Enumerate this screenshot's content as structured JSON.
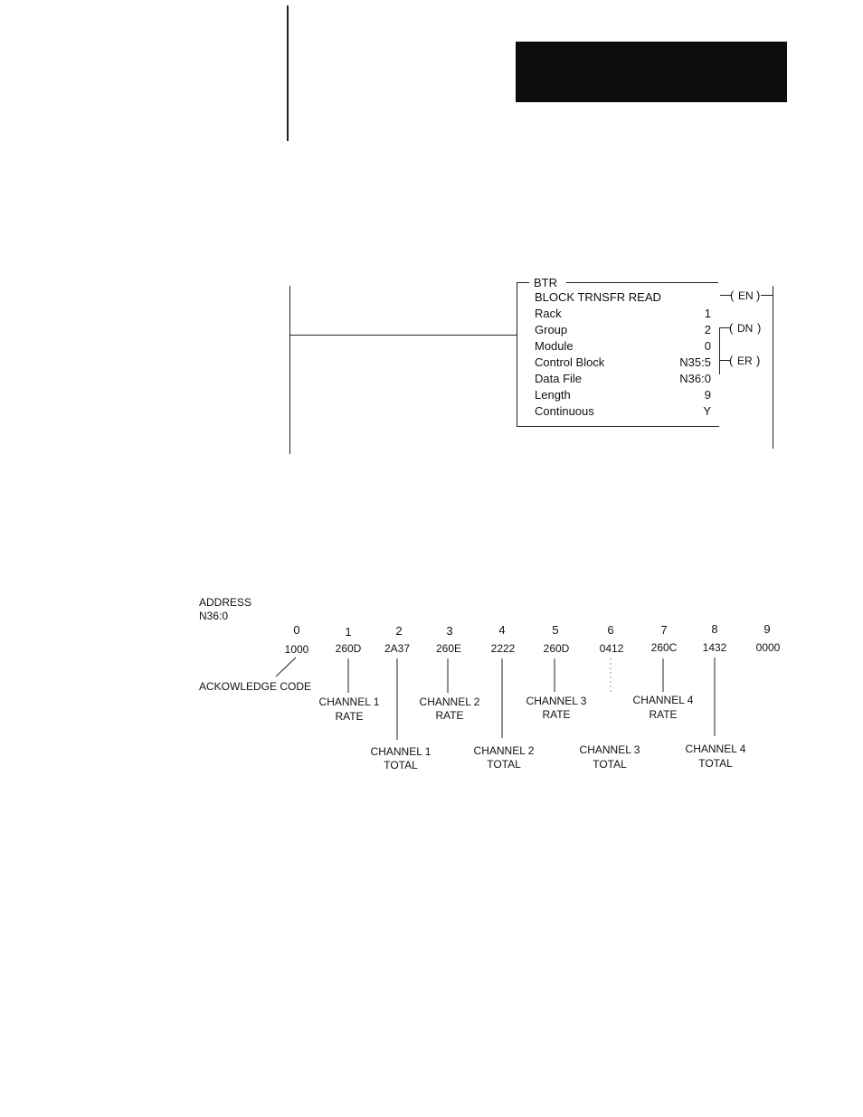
{
  "ladder": {
    "instruction": "BTR",
    "title": "BLOCK TRNSFR READ",
    "params": [
      {
        "label": "Rack",
        "value": "1"
      },
      {
        "label": "Group",
        "value": "2"
      },
      {
        "label": "Module",
        "value": "0"
      },
      {
        "label": "Control Block",
        "value": "N35:5"
      },
      {
        "label": "Data File",
        "value": "N36:0"
      },
      {
        "label": "Length",
        "value": "9"
      },
      {
        "label": "Continuous",
        "value": "Y"
      }
    ],
    "outputs": {
      "en": "EN",
      "dn": "DN",
      "er": "ER"
    }
  },
  "data_table": {
    "address_label": "ADDRESS",
    "address_value": "N36:0",
    "indices": [
      "0",
      "1",
      "2",
      "3",
      "4",
      "5",
      "6",
      "7",
      "8",
      "9"
    ],
    "values": [
      "1000",
      "260D",
      "2A37",
      "260E",
      "2222",
      "260D",
      "0412",
      "260C",
      "1432",
      "0000"
    ],
    "ack_label": "ACKOWLEDGE CODE",
    "rate_labels": [
      {
        "line1": "CHANNEL 1",
        "line2": "RATE"
      },
      {
        "line1": "CHANNEL 2",
        "line2": "RATE"
      },
      {
        "line1": "CHANNEL 3",
        "line2": "RATE"
      },
      {
        "line1": "CHANNEL 4",
        "line2": "RATE"
      }
    ],
    "total_labels": [
      {
        "line1": "CHANNEL 1",
        "line2": "TOTAL"
      },
      {
        "line1": "CHANNEL 2",
        "line2": "TOTAL"
      },
      {
        "line1": "CHANNEL 3",
        "line2": "TOTAL"
      },
      {
        "line1": "CHANNEL 4",
        "line2": "TOTAL"
      }
    ]
  }
}
